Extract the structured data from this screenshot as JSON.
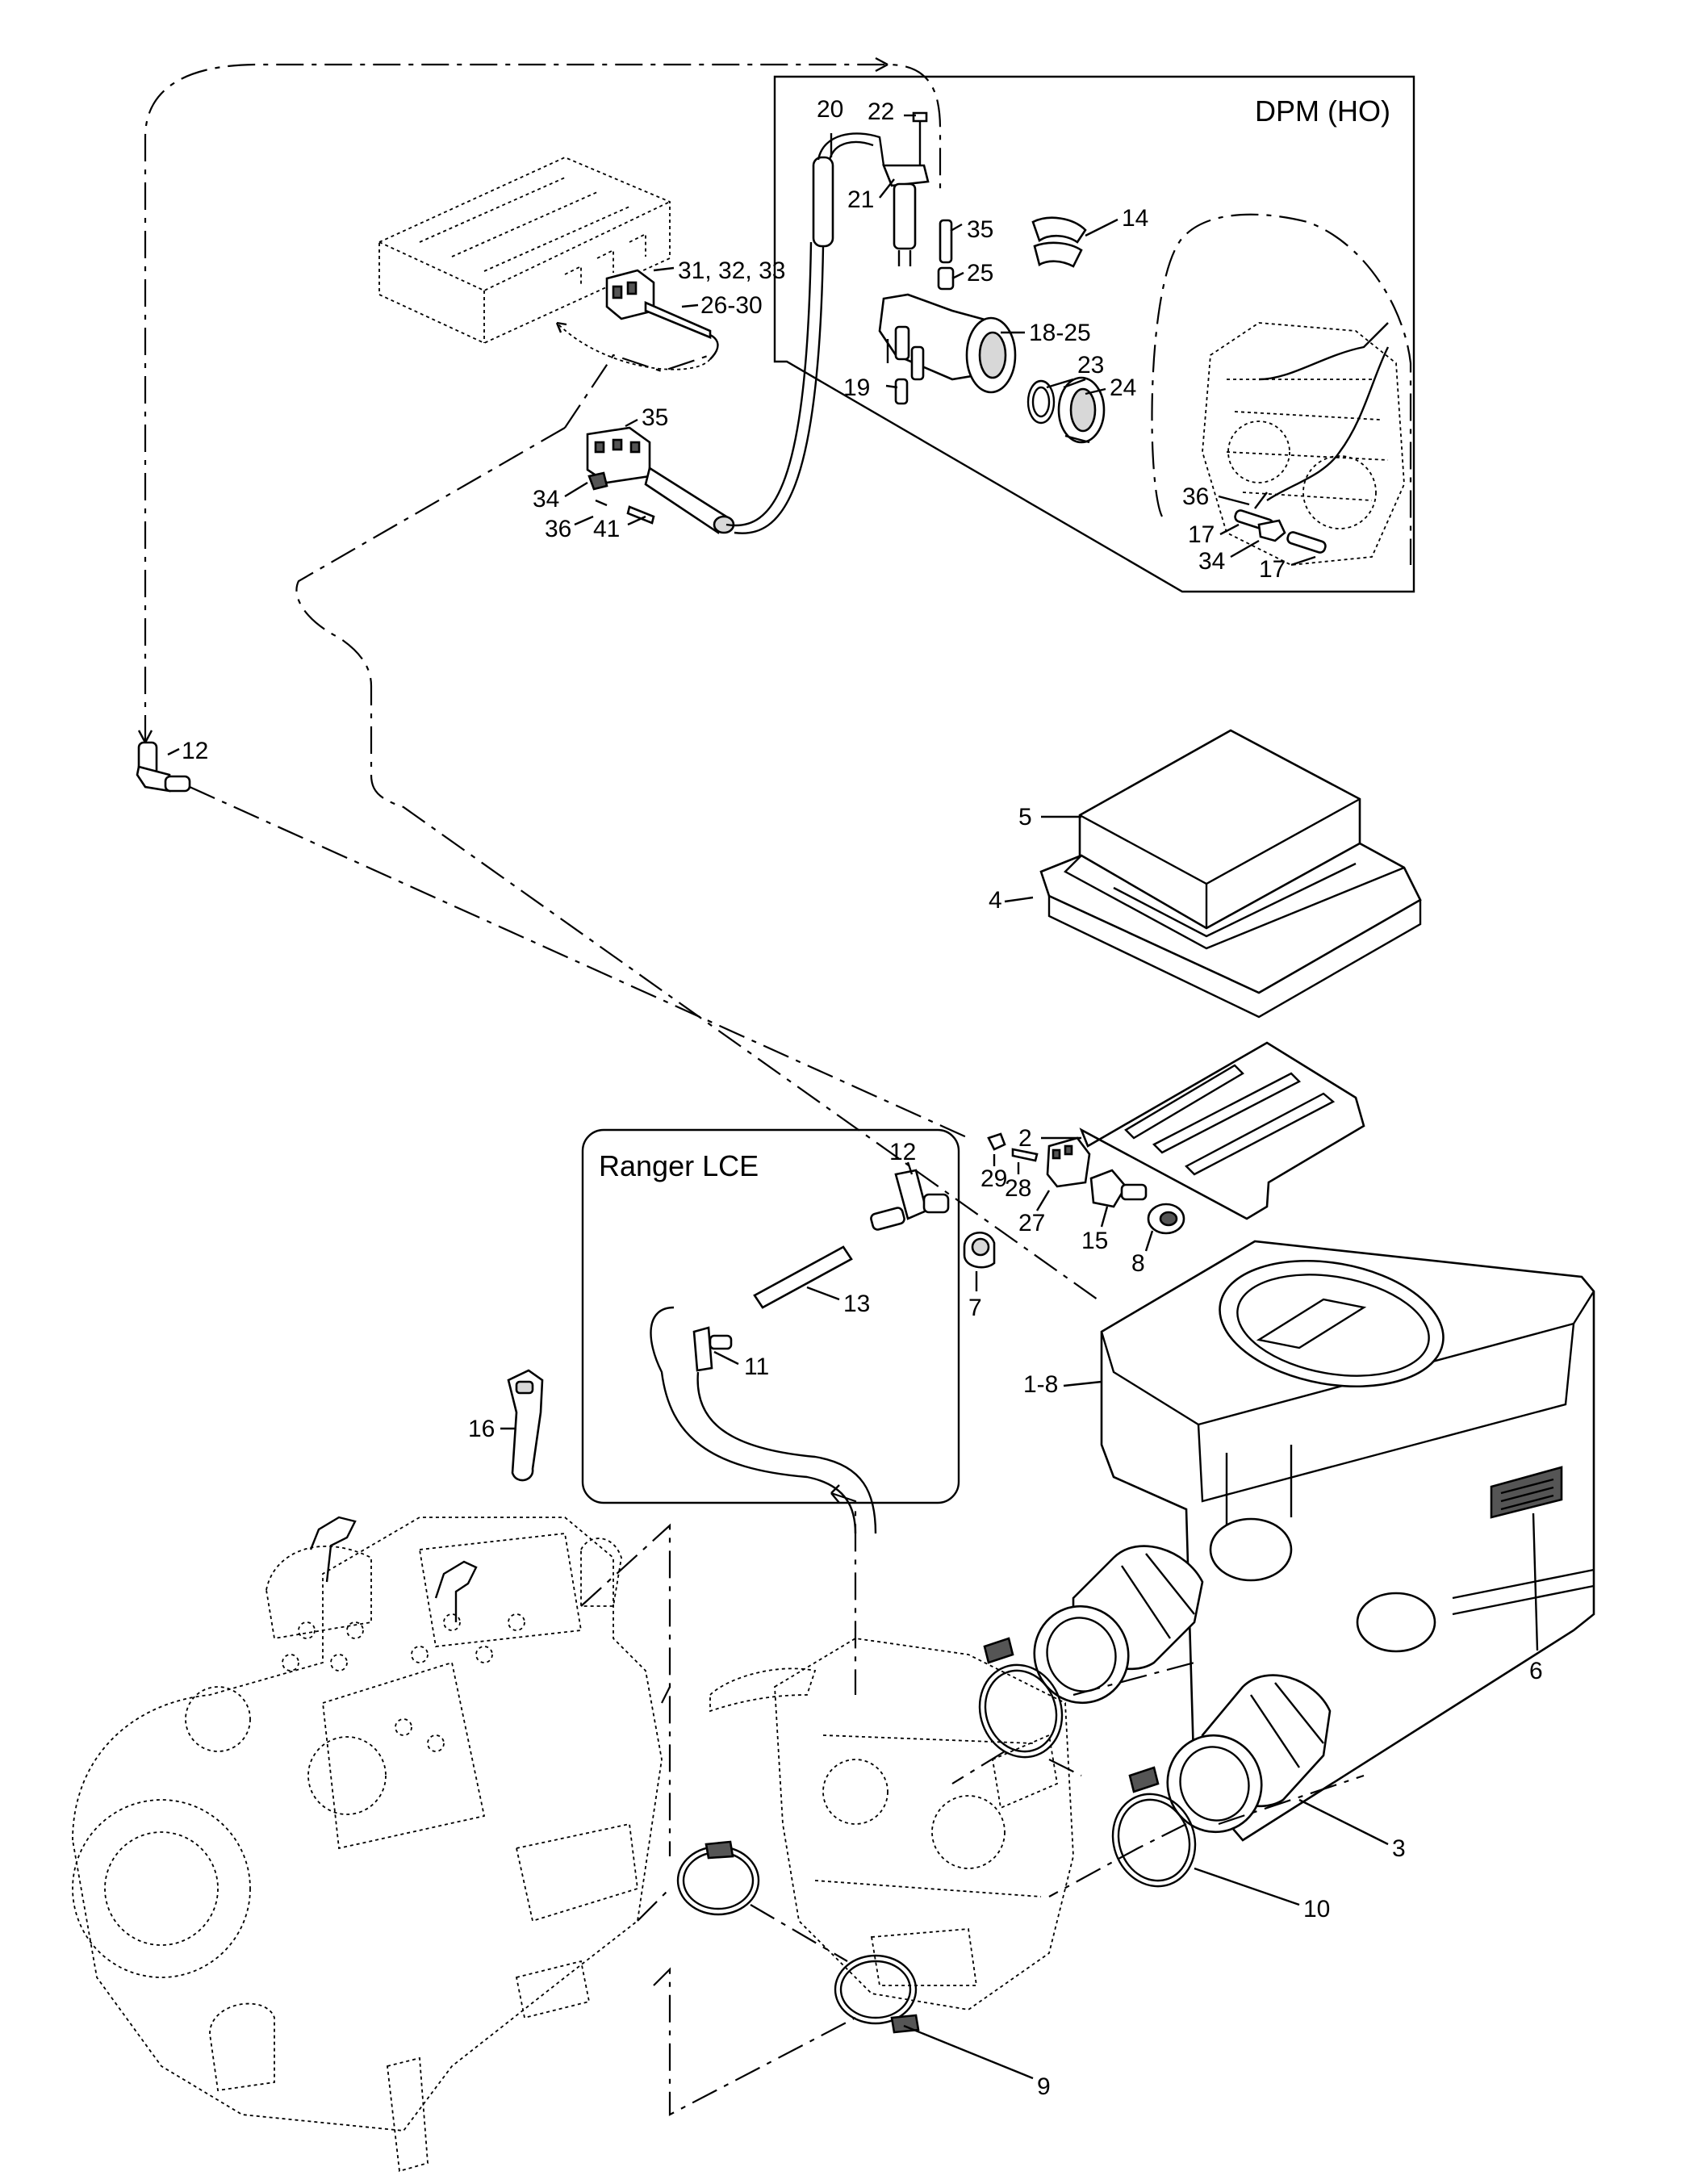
{
  "diagram": {
    "groups": [
      {
        "id": "dpm",
        "title": "DPM (HO)"
      },
      {
        "id": "ranger",
        "title": "Ranger LCE"
      }
    ],
    "callouts": [
      {
        "id": "c20",
        "text": "20"
      },
      {
        "id": "c22",
        "text": "22"
      },
      {
        "id": "c21",
        "text": "21"
      },
      {
        "id": "c35a",
        "text": "35"
      },
      {
        "id": "c25",
        "text": "25"
      },
      {
        "id": "c14",
        "text": "14"
      },
      {
        "id": "c18-25",
        "text": "18-25"
      },
      {
        "id": "c23",
        "text": "23"
      },
      {
        "id": "c24",
        "text": "24"
      },
      {
        "id": "c19",
        "text": "19"
      },
      {
        "id": "c36a",
        "text": "36"
      },
      {
        "id": "c17a",
        "text": "17"
      },
      {
        "id": "c34a",
        "text": "34"
      },
      {
        "id": "c17b",
        "text": "17"
      },
      {
        "id": "c31-33",
        "text": "31, 32, 33"
      },
      {
        "id": "c26-30",
        "text": "26-30"
      },
      {
        "id": "c35b",
        "text": "35"
      },
      {
        "id": "c34b",
        "text": "34"
      },
      {
        "id": "c36b",
        "text": "36"
      },
      {
        "id": "c41",
        "text": "41"
      },
      {
        "id": "c12a",
        "text": "12"
      },
      {
        "id": "c5",
        "text": "5"
      },
      {
        "id": "c4",
        "text": "4"
      },
      {
        "id": "c2",
        "text": "2"
      },
      {
        "id": "c29",
        "text": "29"
      },
      {
        "id": "c28",
        "text": "28"
      },
      {
        "id": "c27",
        "text": "27"
      },
      {
        "id": "c15",
        "text": "15"
      },
      {
        "id": "c8",
        "text": "8"
      },
      {
        "id": "c7",
        "text": "7"
      },
      {
        "id": "c12b",
        "text": "12"
      },
      {
        "id": "c13",
        "text": "13"
      },
      {
        "id": "c11",
        "text": "11"
      },
      {
        "id": "c1-8",
        "text": "1-8"
      },
      {
        "id": "c16",
        "text": "16"
      },
      {
        "id": "c6",
        "text": "6"
      },
      {
        "id": "c3",
        "text": "3"
      },
      {
        "id": "c10",
        "text": "10"
      },
      {
        "id": "c9",
        "text": "9"
      }
    ]
  }
}
